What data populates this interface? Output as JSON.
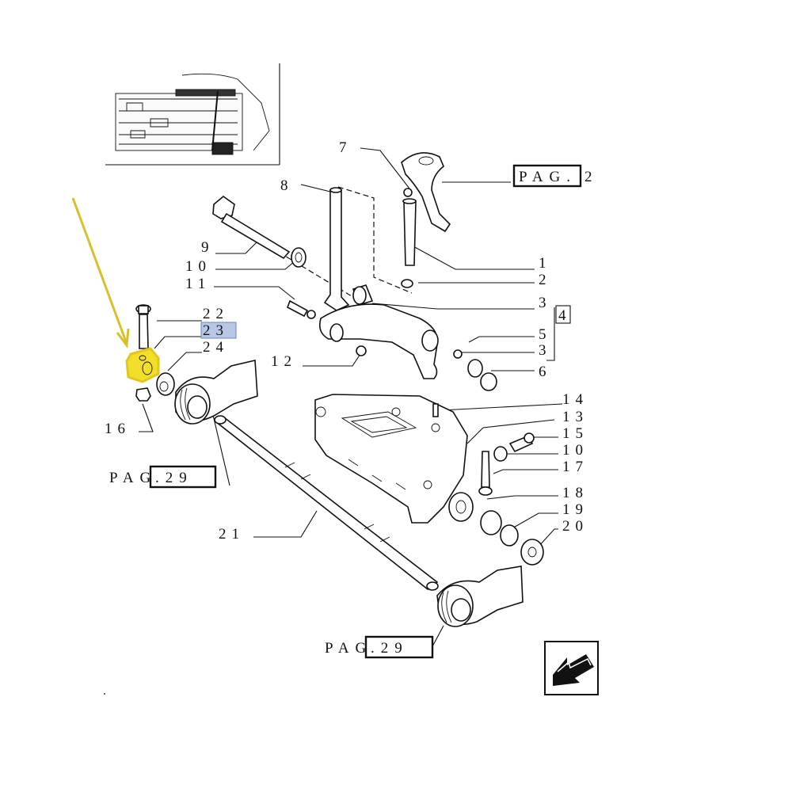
{
  "labels": {
    "n1": "1",
    "n2": "2",
    "n3a": "3",
    "n3b": "3",
    "n4": "4",
    "n5": "5",
    "n6": "6",
    "n7": "7",
    "n8": "8",
    "n9": "9",
    "n10a": "10",
    "n10b": "10",
    "n11": "11",
    "n12": "12",
    "n13": "13",
    "n14": "14",
    "n15": "15",
    "n16": "16",
    "n17": "17",
    "n18": "18",
    "n19": "19",
    "n20": "20",
    "n21": "21",
    "n22": "22",
    "n23": "23",
    "n24": "24"
  },
  "page_refs": {
    "ref_top": {
      "prefix": "",
      "boxed": "PAG.",
      "suffix": "2"
    },
    "ref_left": {
      "prefix": "PAG",
      "boxed": ".29",
      "suffix": ""
    },
    "ref_bottom": {
      "prefix": "PAG",
      "boxed": ".29",
      "suffix": ""
    }
  },
  "colors": {
    "highlight_fill": "#f2df2a",
    "arrow": "#d6c12c",
    "label_highlight": "#b9c7e6"
  },
  "icons": {
    "nav": "next-page-arrow-icon"
  }
}
